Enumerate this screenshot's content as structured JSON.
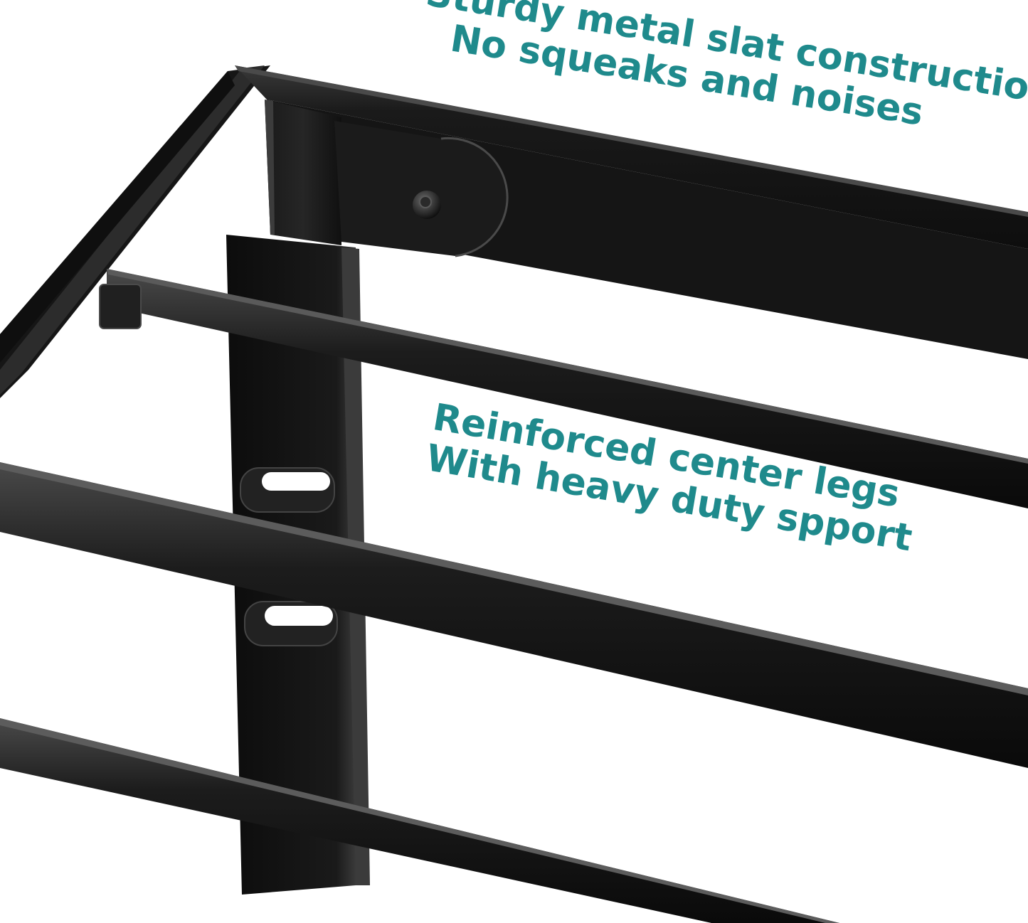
{
  "captions": {
    "top": {
      "line1": "Sturdy metal slat construction",
      "line2": "No squeaks and noises"
    },
    "middle": {
      "line1": "Reinforced center legs",
      "line2": "With heavy duty spport"
    }
  },
  "colors": {
    "caption_text": "#1f8a8c",
    "background": "#ffffff",
    "metal_dark": "#141414",
    "metal_mid": "#2a2a2a",
    "metal_highlight": "#5a5a5a"
  }
}
